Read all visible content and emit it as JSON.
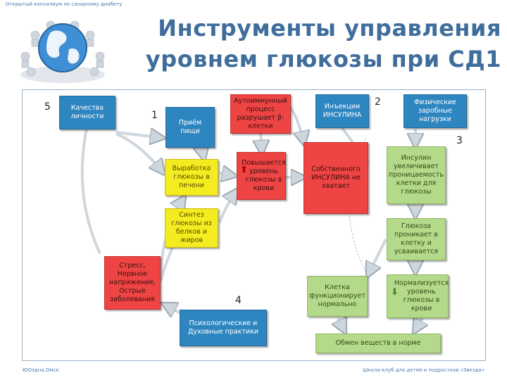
{
  "header": {
    "top_caption": "Открытый консилиум по сахарному диабету",
    "title": "Инструменты управления уровнем глюкозы при СД1"
  },
  "diagram": {
    "numbers": [
      "5",
      "1",
      "2",
      "3",
      "4"
    ],
    "boxes": {
      "personality": "Качества личности",
      "food_intake": "Приём пищи",
      "autoimmune": "Аутоиммунный процесс разрушает β-клетки",
      "insulin_injection": "Инъекции ИНСУЛИНА",
      "physical_load": "Физические заробные нагрузки",
      "glucose_liver": "Выработка глюкозы в печени",
      "glucose_rises": "Повышается уровень глюкозы в крови",
      "insulin_lacking": "Собственного ИНСУЛИНА не хватает",
      "permeability": "Инсулин увеличивает проницаемость клетки для глюкозы",
      "synthesis": "Синтез глюкозы из белков и жиров",
      "glucose_enters": "Глюкоза проникает в клетку и усваивается",
      "stress": "Стресс, Нервное напряжение, Острые заболевания",
      "cell_normal": "Клетка функционирует нормально",
      "normalizes": "Нормализуется уровень глюкозы в крови",
      "psych_practices": "Психологические и Духовные практики",
      "metabolism_normal": "Обмен веществ в норме"
    },
    "colors": {
      "blue": "#2e86c1",
      "red": "#ee4444",
      "yellow": "#f4ec20",
      "green": "#b5d98a"
    }
  },
  "footer": {
    "left": "ЮОэдна.Омск",
    "right": "Школа-клуб для детей и подростков «Звезда»"
  }
}
